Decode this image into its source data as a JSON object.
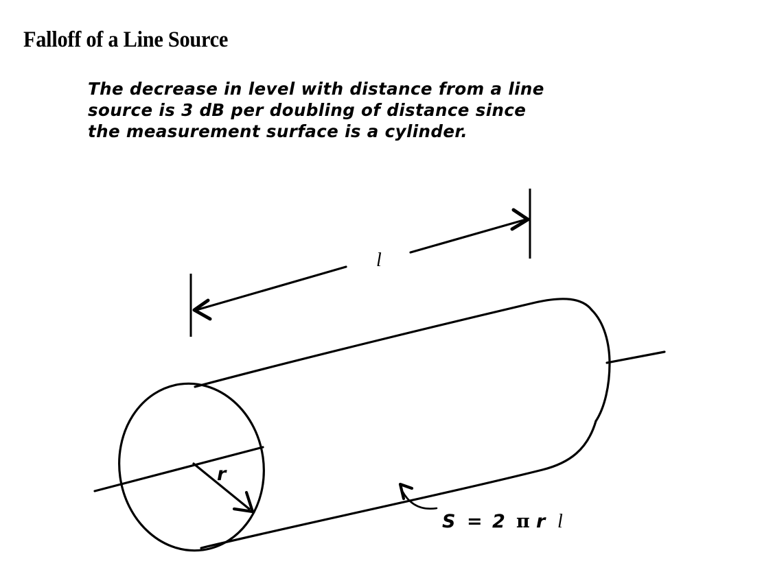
{
  "slide": {
    "title": "Falloff of a Line Source",
    "body_lines": [
      "The decrease in level with distance from a line",
      "source is 3 dB per doubling of distance since",
      "the measurement surface is a cylinder."
    ]
  },
  "diagram": {
    "name": "cylinder-line-source-diagram",
    "labels": {
      "length": "l",
      "radius": "r",
      "surface_formula_lhs": "S",
      "surface_formula_eq": "=",
      "surface_formula_coeff": "2",
      "surface_formula_pi": "π",
      "surface_formula_r": "r",
      "surface_formula_l": "l"
    },
    "colors": {
      "ink": "#000000",
      "background": "#ffffff"
    }
  }
}
